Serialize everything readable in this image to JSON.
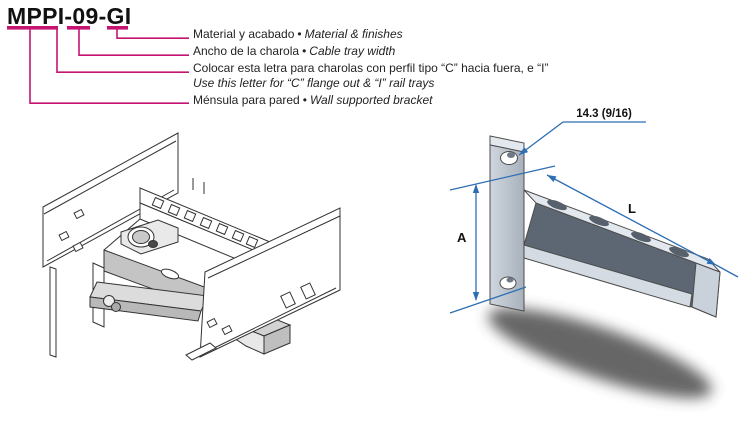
{
  "product_code": {
    "text": "MPPI-09-GI"
  },
  "callouts": {
    "separator": "•",
    "material_es": "Material y acabado",
    "material_en": "Material & finishes",
    "width_es": "Ancho de la charola",
    "width_en": "Cable tray width",
    "letter_es": "Colocar esta letra para charolas con perfil tipo “C” hacia fuera, e “I”",
    "letter_en": "Use this letter for “C” flange out & “I” rail trays",
    "bracket_es": "Ménsula para pared",
    "bracket_en": "Wall supported bracket"
  },
  "dimension_drawing": {
    "hole_diameter": "14.3 (9/16)",
    "height_label": "A",
    "length_label": "L"
  },
  "colors": {
    "callout_pink": "#c51472",
    "dimension_blue": "#2e6eb3",
    "text_black": "#1c1c1c"
  }
}
